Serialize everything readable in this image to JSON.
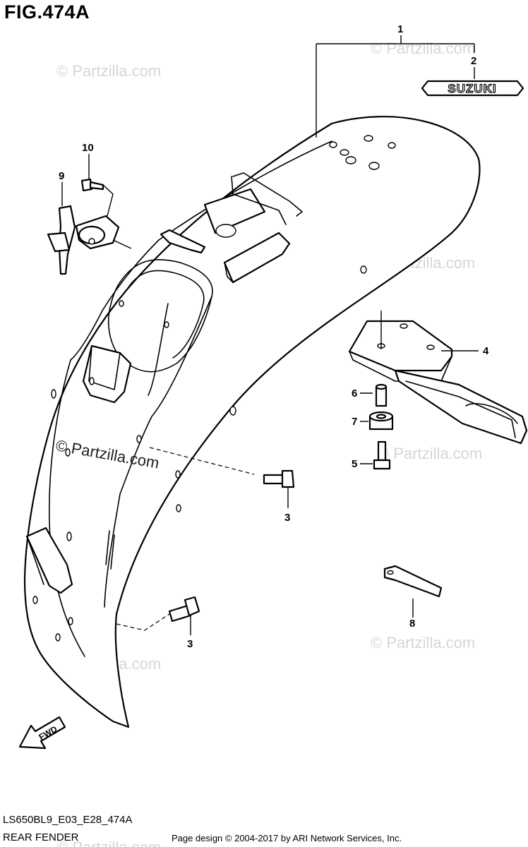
{
  "figure": {
    "title": "FIG.474A",
    "code": "LS650BL9_E03_E28_474A",
    "name": "REAR FENDER",
    "copyright": "Page design © 2004-2017 by ARI Network Services, Inc."
  },
  "emblem_text": "SUZUKI",
  "fwd_label": "FWD",
  "watermark": "© Partzilla.com",
  "callouts": [
    {
      "id": "c1",
      "label": "1"
    },
    {
      "id": "c2",
      "label": "2"
    },
    {
      "id": "c3a",
      "label": "3"
    },
    {
      "id": "c3b",
      "label": "3"
    },
    {
      "id": "c4",
      "label": "4"
    },
    {
      "id": "c5",
      "label": "5"
    },
    {
      "id": "c6",
      "label": "6"
    },
    {
      "id": "c7",
      "label": "7"
    },
    {
      "id": "c8",
      "label": "8"
    },
    {
      "id": "c9",
      "label": "9"
    },
    {
      "id": "c10",
      "label": "10"
    }
  ]
}
